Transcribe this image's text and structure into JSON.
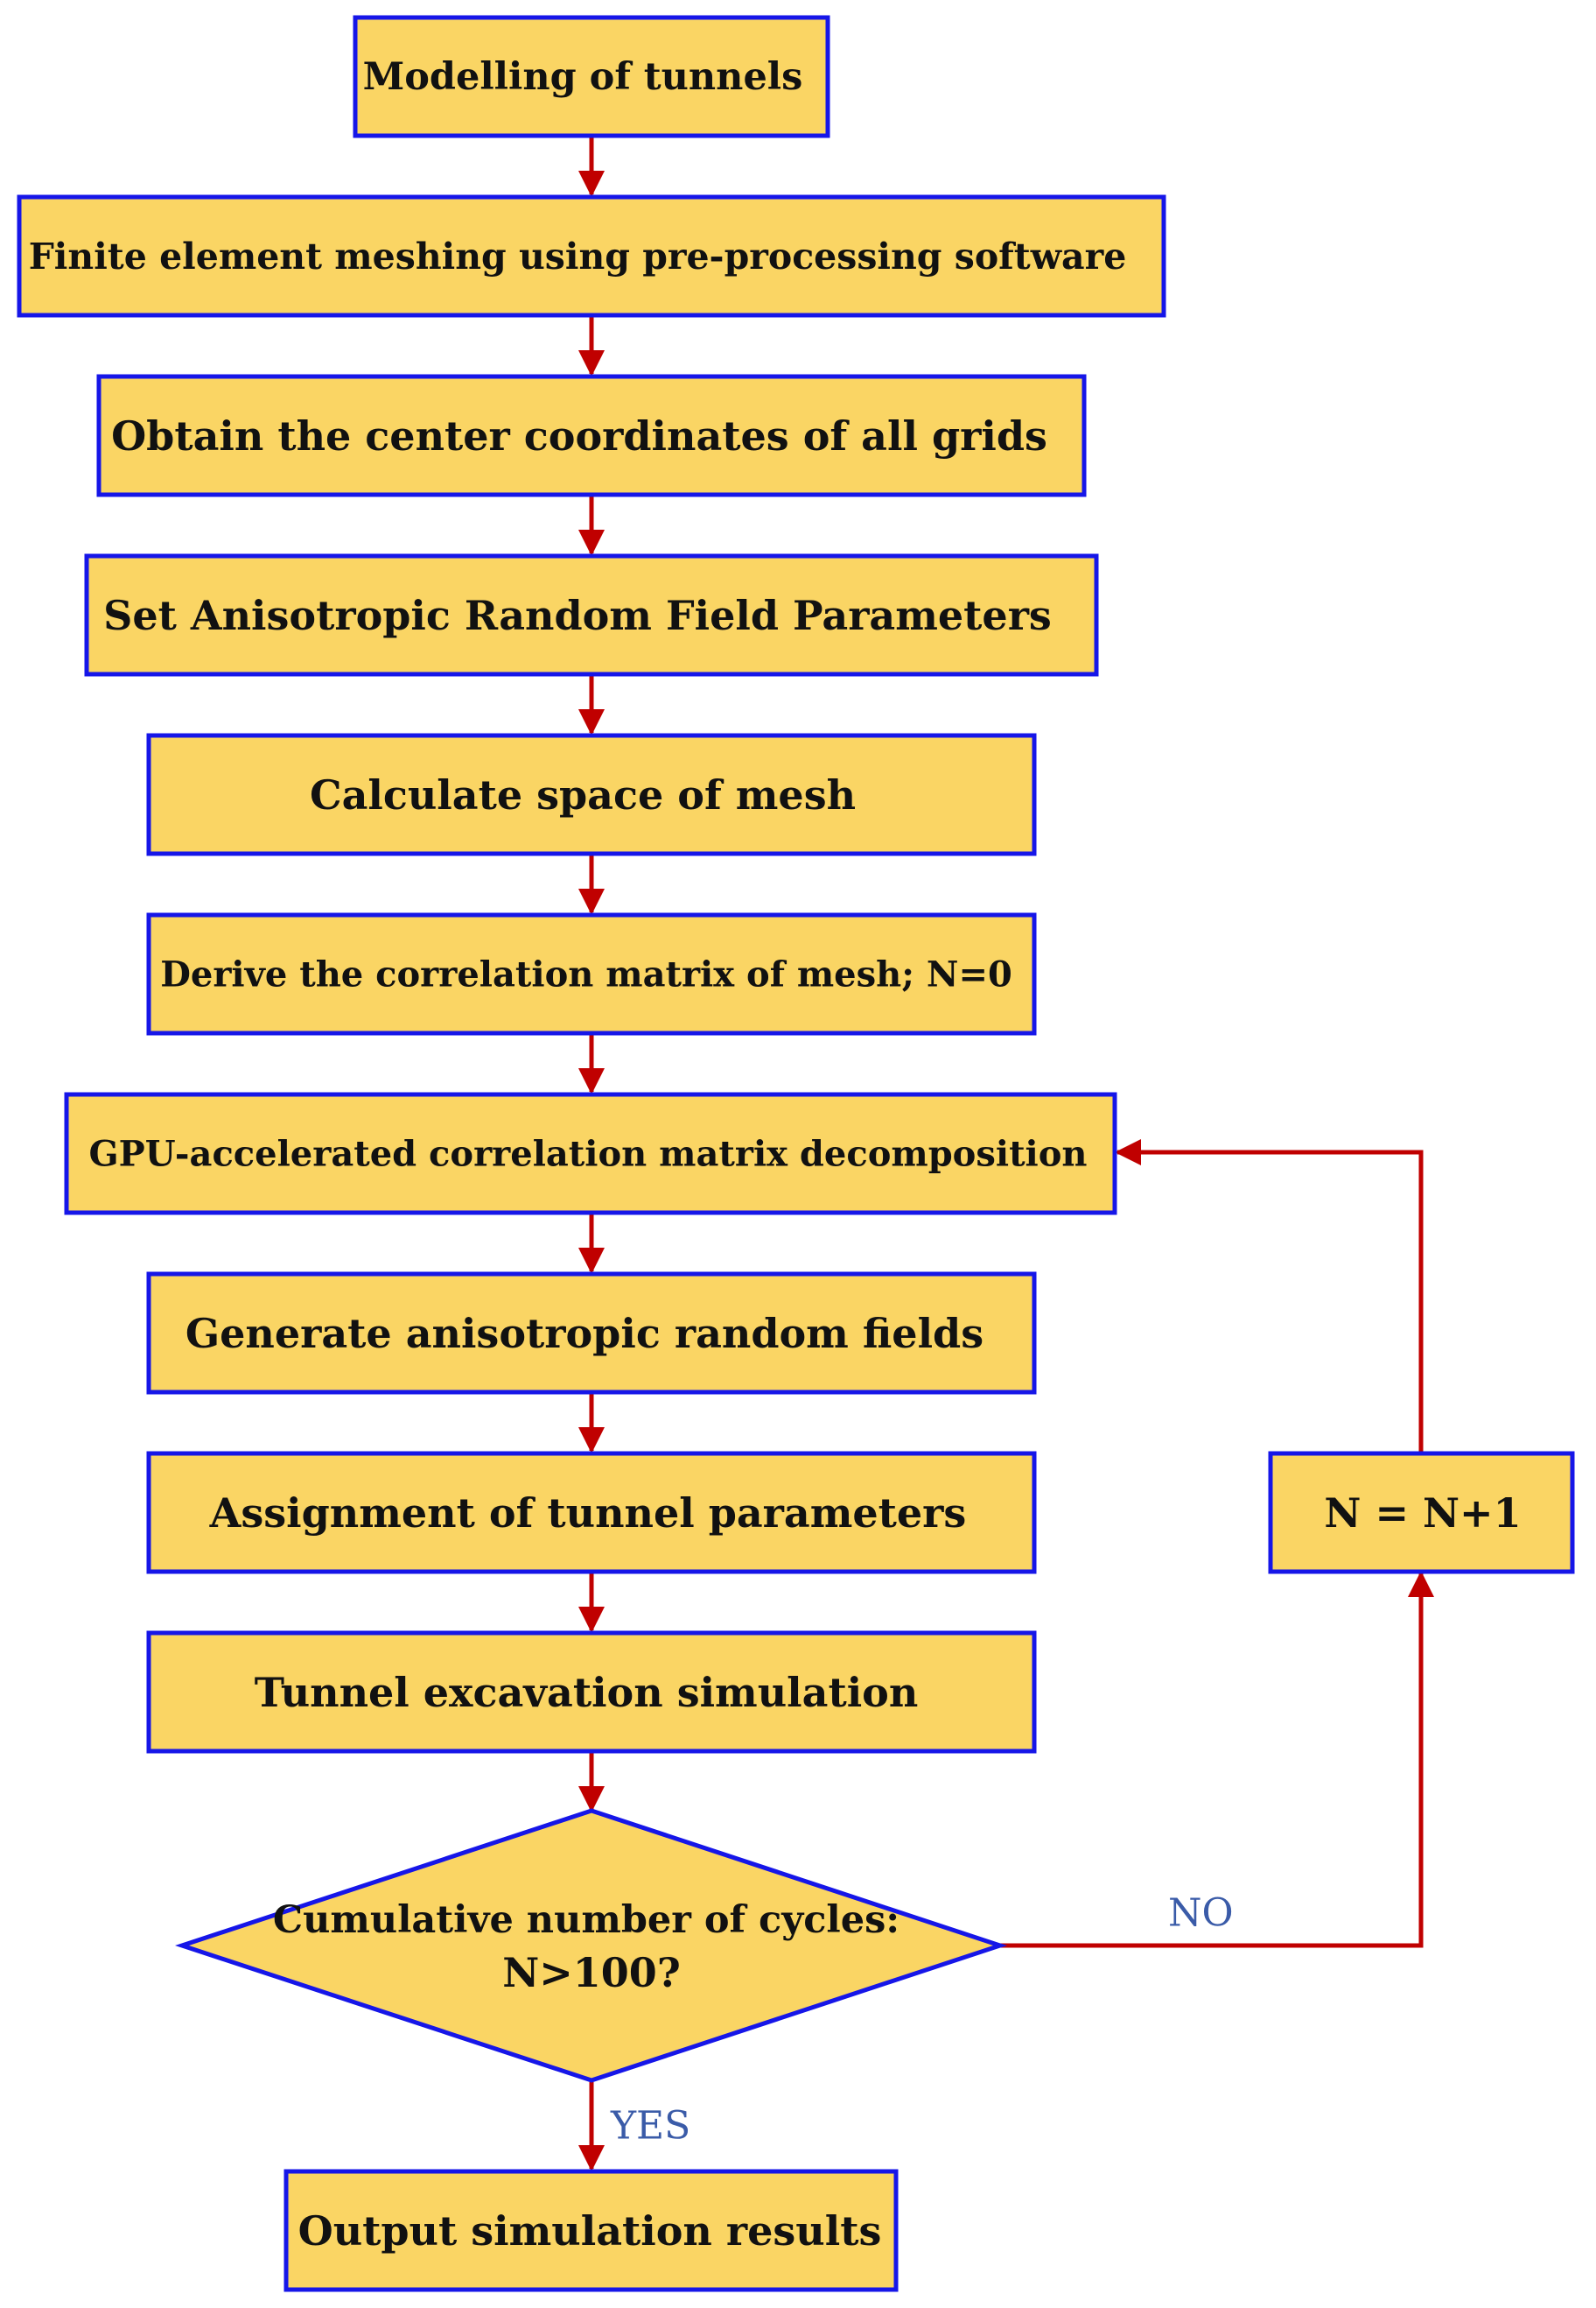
{
  "colors": {
    "box_fill": "#FAD564",
    "box_border": "#1616E8",
    "arrow": "#C00000",
    "branch_label": "#3A5BA8"
  },
  "steps": [
    {
      "id": "modelling",
      "label": "Modelling of tunnels"
    },
    {
      "id": "meshing",
      "label": "Finite element meshing using pre-processing software"
    },
    {
      "id": "coords",
      "label": "Obtain the center coordinates of all grids"
    },
    {
      "id": "params",
      "label": "Set Anisotropic Random Field Parameters"
    },
    {
      "id": "space",
      "label": "Calculate space of mesh"
    },
    {
      "id": "corr",
      "label": "Derive the correlation matrix of mesh; N=0"
    },
    {
      "id": "gpu",
      "label": "GPU-accelerated correlation matrix decomposition"
    },
    {
      "id": "generate",
      "label": "Generate anisotropic random fields"
    },
    {
      "id": "assign",
      "label": "Assignment of tunnel parameters"
    },
    {
      "id": "excavation",
      "label": "Tunnel excavation simulation"
    }
  ],
  "decision": {
    "line1": "Cumulative number of cycles:",
    "line2": "N>100?",
    "yes_label": "YES",
    "no_label": "NO"
  },
  "increment": {
    "label": "N = N+1"
  },
  "output": {
    "label": "Output simulation results"
  }
}
